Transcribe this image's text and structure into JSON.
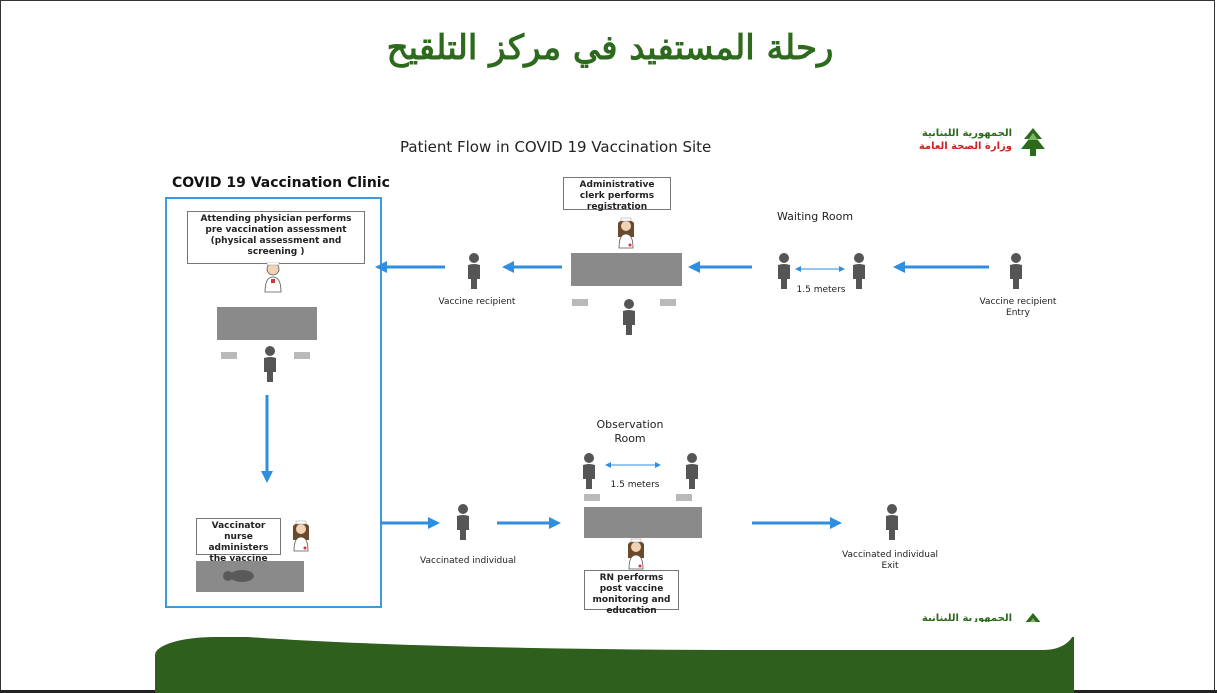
{
  "title_ar": "رحلة المستفيد في مركز التلقيح",
  "subtitle": "Patient Flow in COVID 19 Vaccination Site",
  "logo": {
    "line1": "الجمهورية اللبنانية",
    "line2": "وزارة الصحة العامة"
  },
  "clinic": {
    "title": "COVID 19 Vaccination Clinic",
    "physician_note": "Attending physician performs pre vaccination assessment (physical assessment and screening )",
    "nurse_note": "Vaccinator nurse administers the vaccine"
  },
  "waiting_room": {
    "title": "Waiting Room",
    "distance": "1.5 meters",
    "entry_label": "Vaccine recipient Entry"
  },
  "registration": {
    "note": "Administrative clerk performs registration",
    "recipient_label": "Vaccine recipient"
  },
  "observation": {
    "title": "Observation Room",
    "distance": "1.5 meters",
    "note": "RN performs post vaccine monitoring and education",
    "vaccinated_label": "Vaccinated individual",
    "exit_label": "Vaccinated individual Exit"
  },
  "colors": {
    "arrow": "#2f8fde",
    "title_green": "#2d6a1e",
    "band_green": "#2e5f1c",
    "logo_red": "#cc2222"
  }
}
